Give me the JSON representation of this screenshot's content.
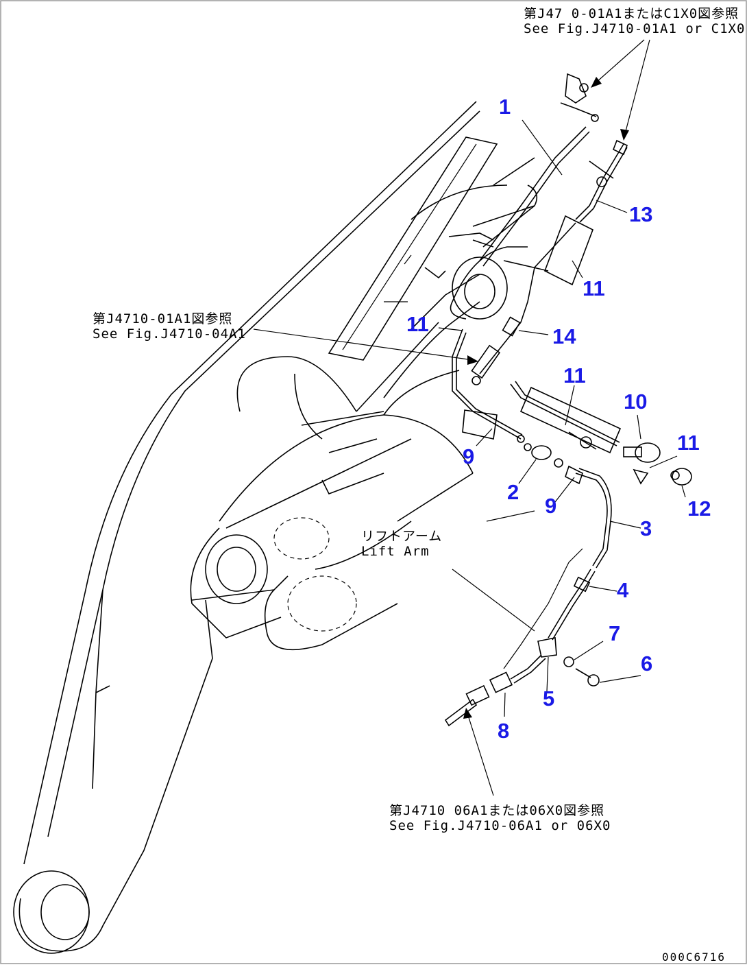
{
  "references": {
    "top_right_jp": "第J47 0-01A1またはC1X0図参照",
    "top_right_en": "See Fig.J4710-01A1 or C1X0",
    "mid_left_jp": "第J4710-01A1図参照",
    "mid_left_en": "See Fig.J4710-04A1",
    "bottom_jp": "第J4710 06A1または06X0図参照",
    "bottom_en": "See Fig.J4710-06A1 or 06X0"
  },
  "part_label": {
    "jp": "リフトアーム",
    "en": "Lift Arm"
  },
  "callouts": [
    "1",
    "13",
    "11",
    "11",
    "14",
    "11",
    "10",
    "11",
    "9",
    "2",
    "9",
    "12",
    "3",
    "4",
    "7",
    "6",
    "5",
    "8"
  ],
  "drawing_code": "000C6716",
  "colors": {
    "callout": "#1a1ae6",
    "line": "#000000",
    "frame": "#999999"
  }
}
